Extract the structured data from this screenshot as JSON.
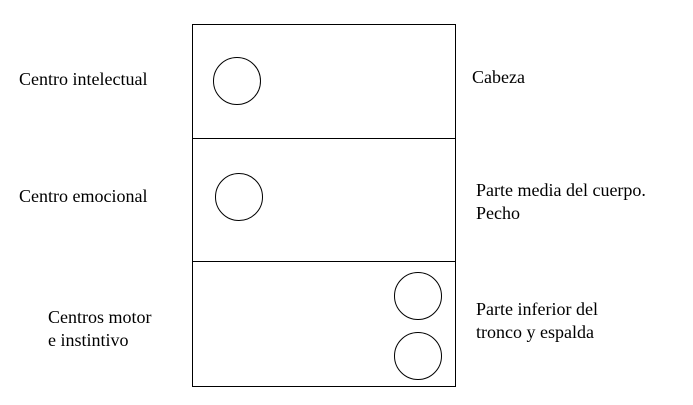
{
  "centers": [
    {
      "id": "intellectual",
      "left_lines": [
        "Centro intelectual"
      ],
      "right_lines": [
        "Cabeza"
      ],
      "circles": 1
    },
    {
      "id": "emotional",
      "left_lines": [
        "Centro emocional"
      ],
      "right_lines": [
        "Parte media del cuerpo.",
        "Pecho"
      ],
      "circles": 1
    },
    {
      "id": "motor-instinctive",
      "left_lines": [
        "Centros motor",
        "e instintivo"
      ],
      "right_lines": [
        "Parte inferior del",
        "tronco y espalda"
      ],
      "circles": 2
    }
  ],
  "colors": {
    "stroke": "#000000",
    "background": "#ffffff"
  }
}
